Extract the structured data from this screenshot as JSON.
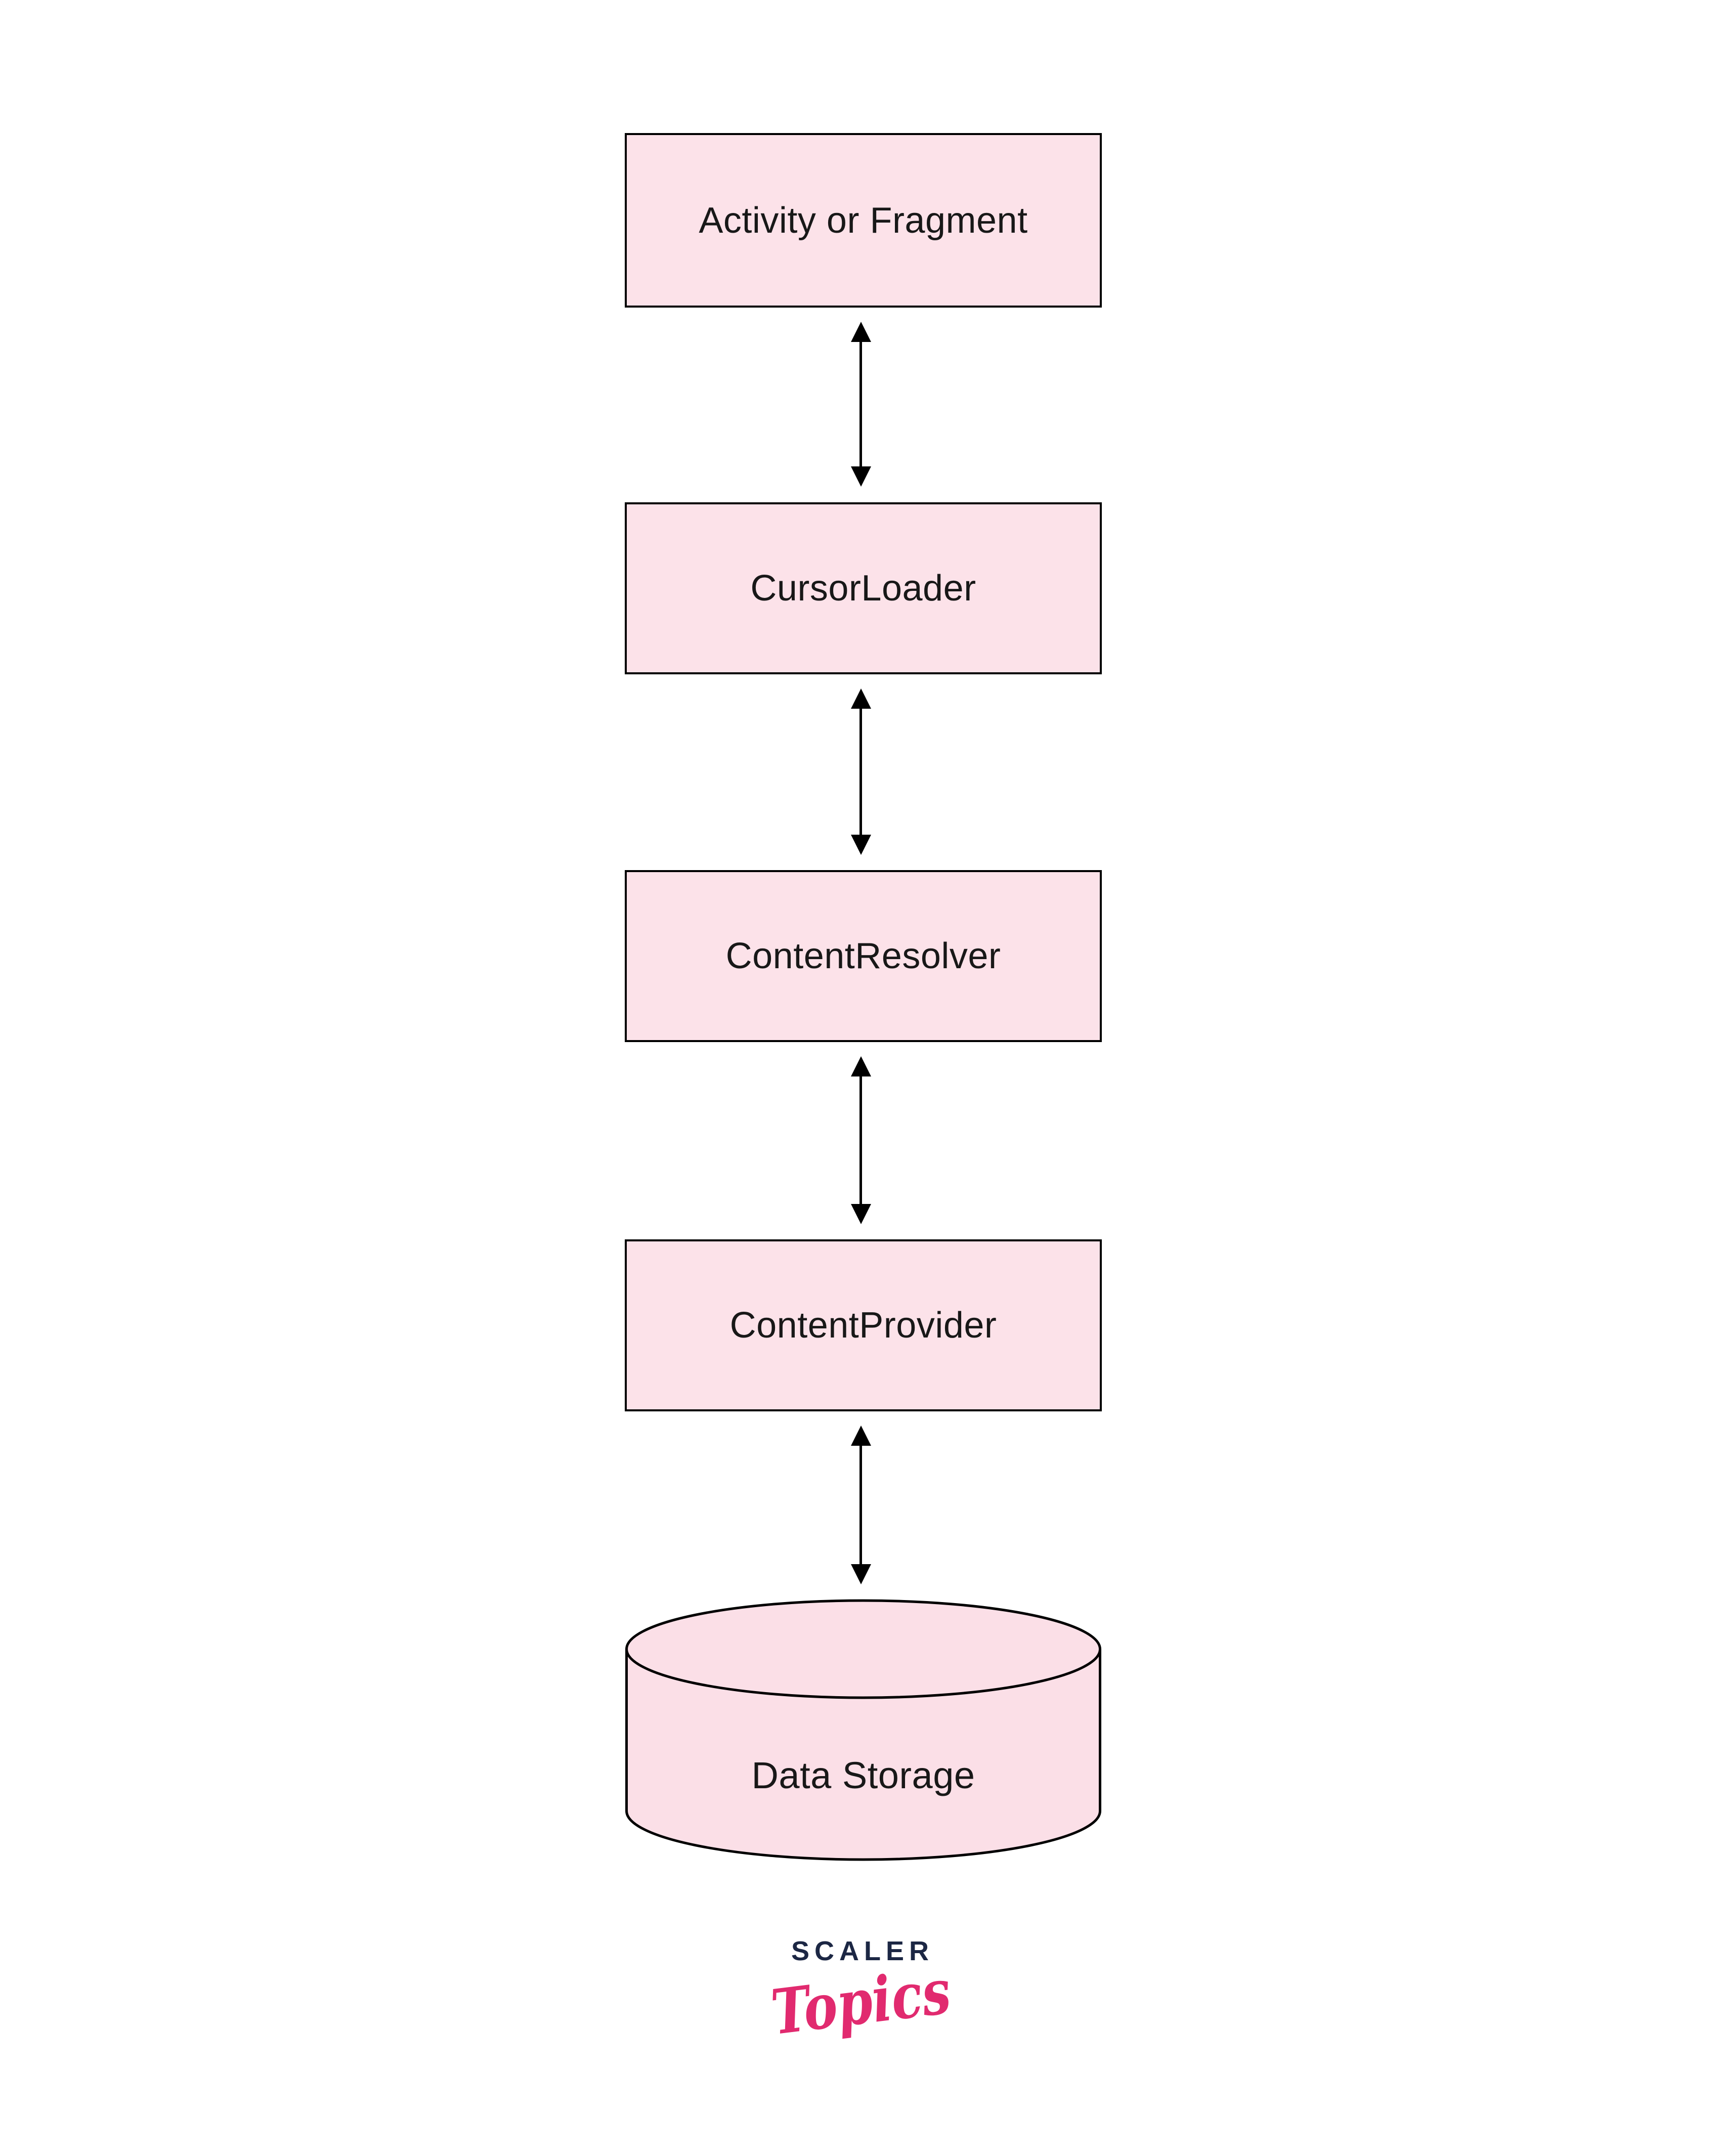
{
  "page": {
    "background_color": "#FFFFFF"
  },
  "diagram": {
    "nodes": [
      {
        "label": "Activity or Fragment",
        "shape": "rectangle"
      },
      {
        "label": "CursorLoader",
        "shape": "rectangle"
      },
      {
        "label": "ContentResolver",
        "shape": "rectangle"
      },
      {
        "label": "ContentProvider",
        "shape": "rectangle"
      },
      {
        "label": "Data Storage",
        "shape": "cylinder"
      }
    ],
    "connections": [
      {
        "from": "Activity or Fragment",
        "to": "CursorLoader",
        "type": "bidirectional-arrow"
      },
      {
        "from": "CursorLoader",
        "to": "ContentResolver",
        "type": "bidirectional-arrow"
      },
      {
        "from": "ContentResolver",
        "to": "ContentProvider",
        "type": "bidirectional-arrow"
      },
      {
        "from": "ContentProvider",
        "to": "Data Storage",
        "type": "bidirectional-arrow"
      }
    ],
    "style": {
      "node_fill": "#FCE2E9",
      "cylinder_fill": "#FBDFE7",
      "node_border_color": "#000000",
      "text_color": "#181818",
      "arrow_color": "#000000"
    }
  },
  "logo": {
    "line1": "SCALER",
    "line2": "Topics",
    "line1_color": "#1C2744",
    "line2_color": "#E12A6F"
  }
}
